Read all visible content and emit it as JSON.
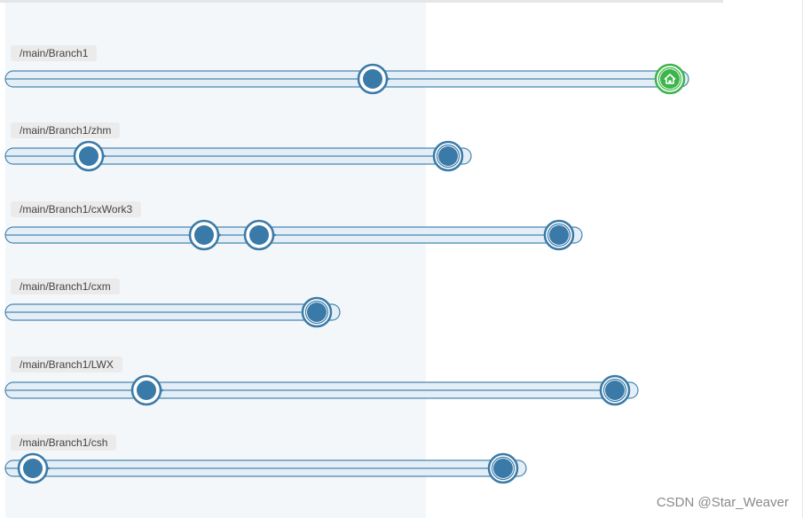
{
  "graph": {
    "branches": [
      {
        "label": "/main/Branch1",
        "commits": 2,
        "is_home": true
      },
      {
        "label": "/main/Branch1/zhm",
        "commits": 2,
        "is_home": false
      },
      {
        "label": "/main/Branch1/cxWork3",
        "commits": 3,
        "is_home": false
      },
      {
        "label": "/main/Branch1/cxm",
        "commits": 1,
        "is_home": false
      },
      {
        "label": "/main/Branch1/LWX",
        "commits": 2,
        "is_home": false
      },
      {
        "label": "/main/Branch1/csh",
        "commits": 2,
        "is_home": false
      }
    ]
  },
  "icons": {
    "home_marker": "home-icon",
    "commit_node": "commit-node"
  },
  "colors": {
    "lane_stroke": "#4a86b0",
    "lane_fill": "#e3eef6",
    "node_fill": "#3a7aa8",
    "home_node": "#3cb54a",
    "selected_panel": "#f3f7fa"
  },
  "watermark": "CSDN @Star_Weaver"
}
